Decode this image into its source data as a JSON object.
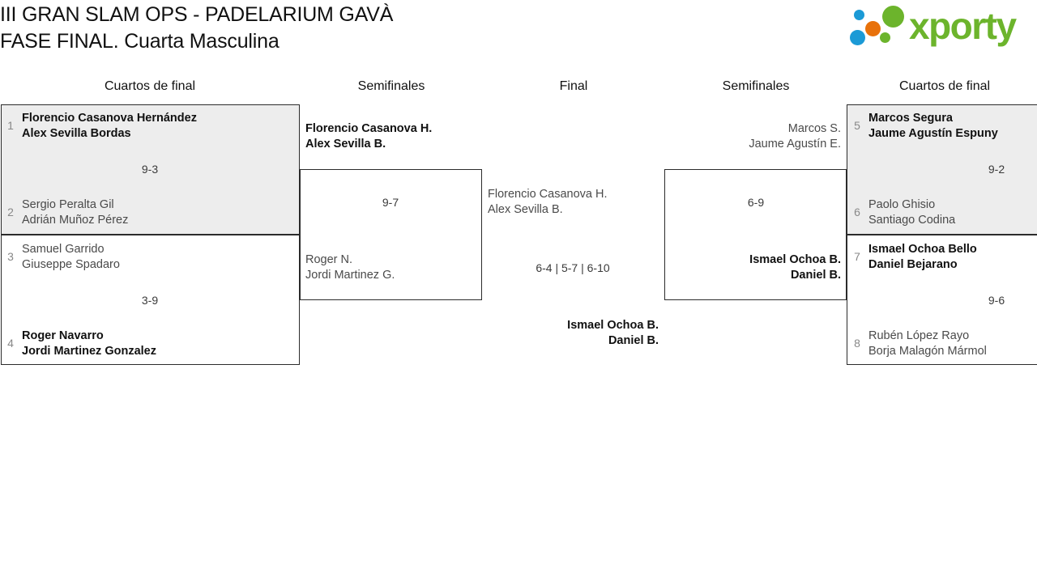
{
  "header": {
    "title_line1": "III GRAN SLAM OPS - PADELARIUM GAVÀ",
    "title_line2": "FASE FINAL. Cuarta Masculina",
    "logo_text": "xporty"
  },
  "colors": {
    "logo_green": "#6cb42c",
    "logo_orange": "#e8710a",
    "logo_blue": "#1b9ad6",
    "shaded_row": "#ededed",
    "box_border": "#2b2b2b",
    "seed_text": "#888888",
    "winner_text": "#111111",
    "loser_text": "#4a4a4a"
  },
  "round_headers": {
    "left_quarters": "Cuartos de final",
    "left_semis": "Semifinales",
    "final": "Final",
    "right_semis": "Semifinales",
    "right_quarters": "Cuartos de final"
  },
  "bracket": {
    "left": {
      "quarterfinals": [
        {
          "top": {
            "seed": "1",
            "player1": "Florencio Casanova Hernández",
            "player2": "Alex Sevilla Bordas",
            "result": "winner"
          },
          "bottom": {
            "seed": "2",
            "player1": "Sergio Peralta Gil",
            "player2": "Adrián Muñoz Pérez",
            "result": "loser"
          },
          "score": "9-3"
        },
        {
          "top": {
            "seed": "3",
            "player1": "Samuel Garrido",
            "player2": "Giuseppe Spadaro",
            "result": "loser"
          },
          "bottom": {
            "seed": "4",
            "player1": "Roger Navarro",
            "player2": "Jordi Martinez Gonzalez",
            "result": "winner"
          },
          "score": "3-9"
        }
      ],
      "semifinal": {
        "top": {
          "player1": "Florencio Casanova H.",
          "player2": "Alex Sevilla B.",
          "result": "winner"
        },
        "bottom": {
          "player1": "Roger N.",
          "player2": "Jordi Martinez G.",
          "result": "loser"
        },
        "score": "9-7"
      }
    },
    "right": {
      "quarterfinals": [
        {
          "top": {
            "seed": "5",
            "player1": "Marcos Segura",
            "player2": "Jaume Agustín Espuny",
            "result": "winner"
          },
          "bottom": {
            "seed": "6",
            "player1": "Paolo Ghisio",
            "player2": "Santiago Codina",
            "result": "loser"
          },
          "score": "9-2"
        },
        {
          "top": {
            "seed": "7",
            "player1": "Ismael Ochoa Bello",
            "player2": "Daniel Bejarano",
            "result": "winner"
          },
          "bottom": {
            "seed": "8",
            "player1": "Rubén López Rayo",
            "player2": "Borja Malagón Mármol",
            "result": "loser"
          },
          "score": "9-6"
        }
      ],
      "semifinal": {
        "top": {
          "player1": "Marcos S.",
          "player2": "Jaume Agustín E.",
          "result": "loser"
        },
        "bottom": {
          "player1": "Ismael Ochoa B.",
          "player2": "Daniel B.",
          "result": "winner"
        },
        "score": "6-9"
      }
    },
    "final": {
      "finalist": {
        "player1": "Florencio Casanova H.",
        "player2": "Alex Sevilla B.",
        "result": "loser"
      },
      "champion": {
        "player1": "Ismael Ochoa B.",
        "player2": "Daniel B.",
        "result": "winner"
      },
      "score": "6-4 | 5-7 | 6-10"
    }
  }
}
